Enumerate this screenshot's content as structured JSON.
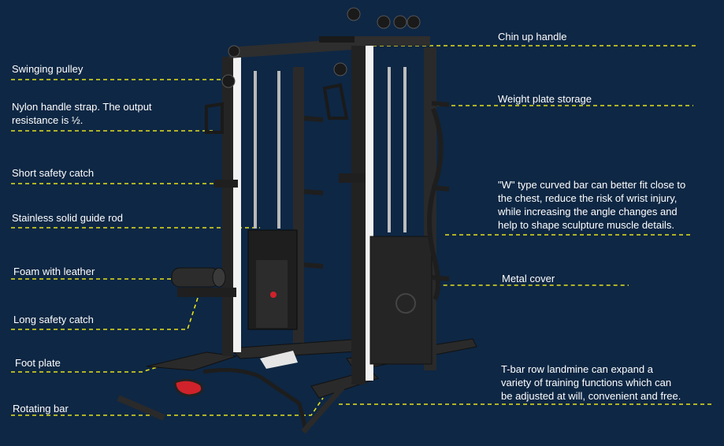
{
  "callouts": {
    "swinging_pulley": "Swinging pulley",
    "nylon_strap": "Nylon handle strap. The output\nresistance is ½.",
    "short_safety_catch": "Short safety catch",
    "guide_rod": "Stainless solid guide rod",
    "foam_leather": "Foam with leather",
    "long_safety_catch": "Long safety catch",
    "foot_plate": "Foot plate",
    "rotating_bar": "Rotating bar",
    "chin_up": "Chin up handle",
    "plate_storage": "Weight plate storage",
    "w_bar": "\"W\" type curved bar can better fit close to\nthe chest, reduce the risk of wrist injury,\nwhile increasing the angle changes and\nhelp to shape sculpture muscle details.",
    "metal_cover": "Metal cover",
    "landmine": "T-bar row landmine can expand a\nvariety of training functions which can\nbe adjusted at will, convenient and free."
  },
  "colors": {
    "background": "#0e2744",
    "leader_line": "#e6e01a",
    "label_text": "#ffffff",
    "frame": "#2b2b2b",
    "upright_face": "#f2f2f2",
    "accent_red": "#d0222a"
  }
}
